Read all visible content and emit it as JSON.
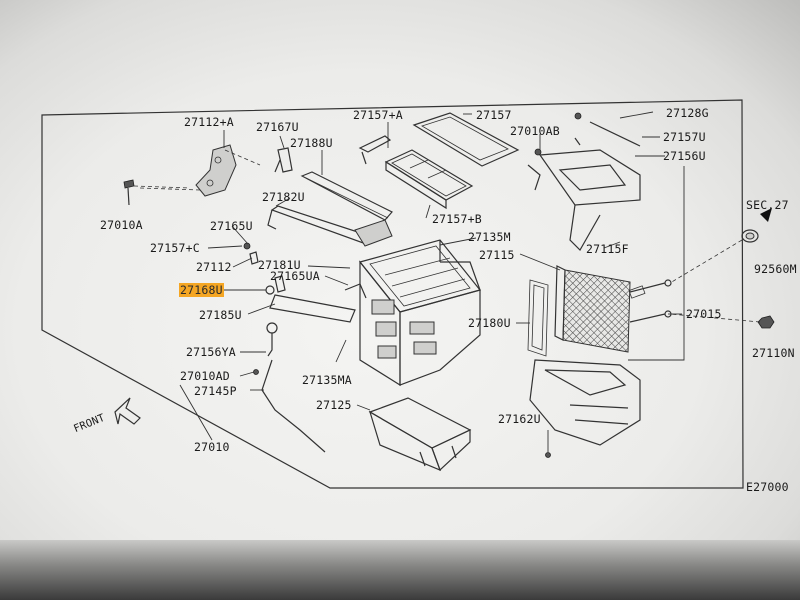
{
  "diagram": {
    "labels": {
      "p1": "27112+A",
      "p2": "27167U",
      "p3": "27157+A",
      "p4": "27157",
      "p5": "27128G",
      "p6": "27010AB",
      "p7": "27157U",
      "p8": "27188U",
      "p9": "27156U",
      "p10": "27010A",
      "p11": "27182U",
      "p12": "SEC.27",
      "p13": "27165U",
      "p14": "27157+B",
      "p15": "27135M",
      "p16": "27157+C",
      "p17": "27115F",
      "p18": "27115",
      "p19": "92560M",
      "p20": "27112",
      "p21": "27181U",
      "p22": "27165UA",
      "p23": "27168U",
      "p24": "27185U",
      "p25": "27180U",
      "p26": "27015",
      "p27": "27110N",
      "p28": "27156YA",
      "p29": "27010AD",
      "p30": "27135MA",
      "p31": "27145P",
      "p32": "27125",
      "p33": "27162U",
      "p34": "27010",
      "p35": "E27000",
      "front": "FRONT"
    },
    "highlight_color": "#f5a623"
  }
}
